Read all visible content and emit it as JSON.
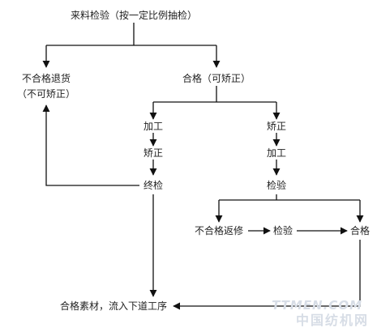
{
  "nodes": {
    "incoming": "来料检验（按一定比例抽检）",
    "reject_return": "不合格退货",
    "reject_return_note": "（不可矫正）",
    "pass_correctable": "合格（可矫正）",
    "left_process": "加工",
    "left_correct": "矫正",
    "right_correct": "矫正",
    "right_process": "加工",
    "final_check": "终检",
    "inspect": "检验",
    "rework": "不合格返修",
    "reinspect": "检验",
    "pass": "合格",
    "output": "合格素材，流入下道工序"
  },
  "watermark": {
    "line1": "TTMEN.COM",
    "line2": "中国纺机网"
  }
}
